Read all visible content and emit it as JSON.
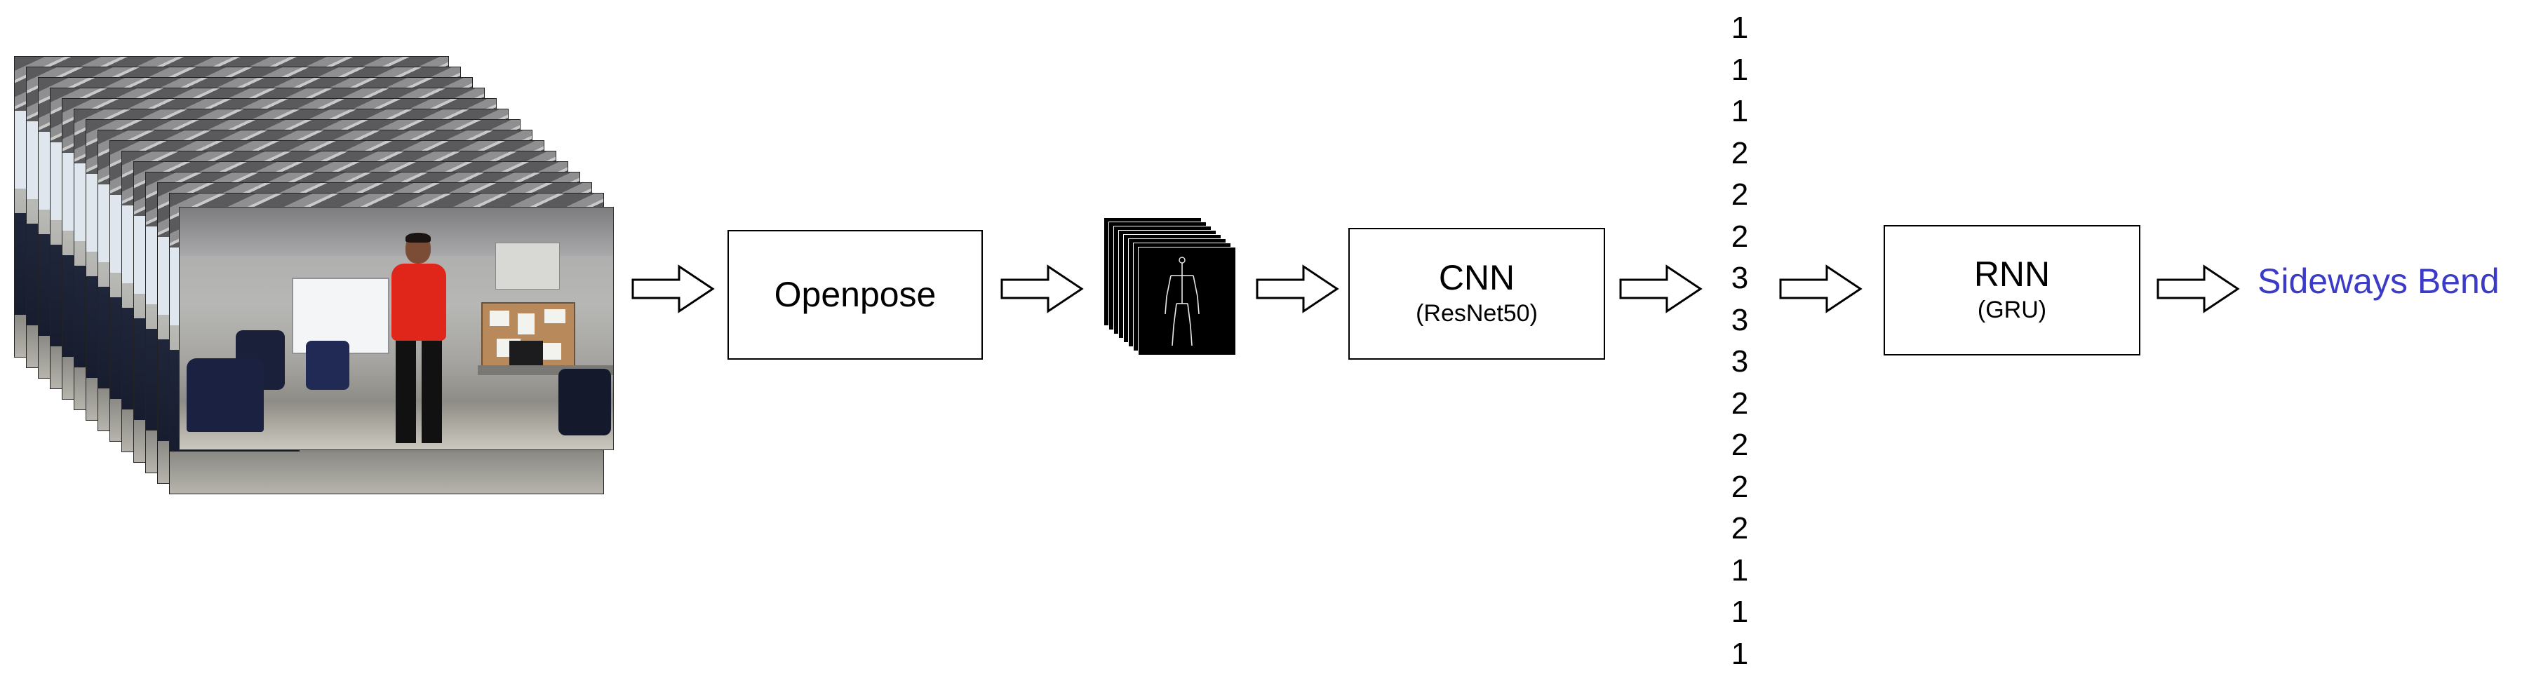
{
  "pipeline": {
    "openpose": {
      "label": "Openpose"
    },
    "cnn": {
      "label": "CNN",
      "sublabel": "(ResNet50)"
    },
    "rnn": {
      "label": "RNN",
      "sublabel": "(GRU)"
    },
    "sequence": [
      "1",
      "1",
      "1",
      "2",
      "2",
      "2",
      "3",
      "3",
      "3",
      "2",
      "2",
      "2",
      "2",
      "1",
      "1",
      "1"
    ],
    "result": {
      "label": "Sideways Bend",
      "color": "#3b3bc8"
    }
  },
  "icons": {
    "frames": "video-frames-stack",
    "skeletons": "skeleton-frames-stack",
    "arrow": "hollow-right-arrow"
  }
}
